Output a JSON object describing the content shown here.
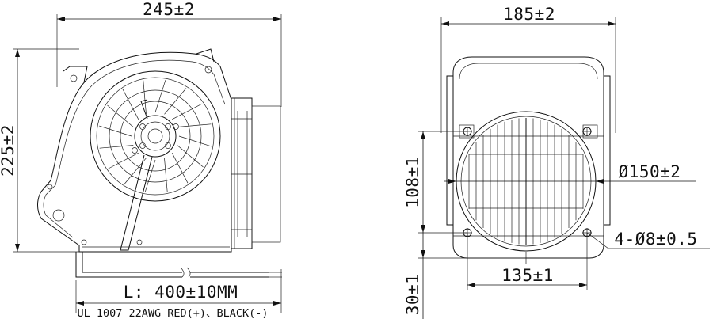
{
  "dimensions": {
    "front_width": "245±2",
    "front_height": "225±2",
    "side_width": "185±2",
    "inlet_diameter": "Ø150±2",
    "mount_height": "108±1",
    "mount_offset": "30±1",
    "mount_spacing": "135±1",
    "mount_holes": "4-Ø8±0.5"
  },
  "cable": {
    "length": "L: 400±10MM",
    "spec": "UL 1007 22AWG  RED(+)、BLACK(-)"
  }
}
